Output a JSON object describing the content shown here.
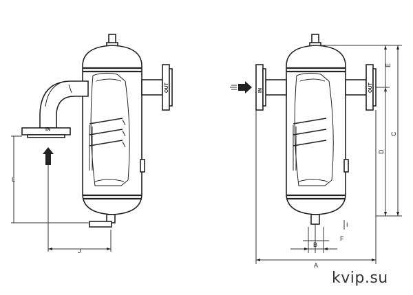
{
  "watermark": "kvip.su",
  "labels": {
    "in": "IN",
    "out": "OUT",
    "A": "A",
    "B": "B",
    "C": "C",
    "D": "D",
    "E": "E",
    "F": "F",
    "I": "I",
    "J": "J",
    "L": "L"
  },
  "colors": {
    "line": "#222222",
    "background": "#ffffff"
  },
  "icons": {
    "flow_arrow": "up-arrow-icon",
    "flow_arrow_right": "right-arrow-icon"
  }
}
